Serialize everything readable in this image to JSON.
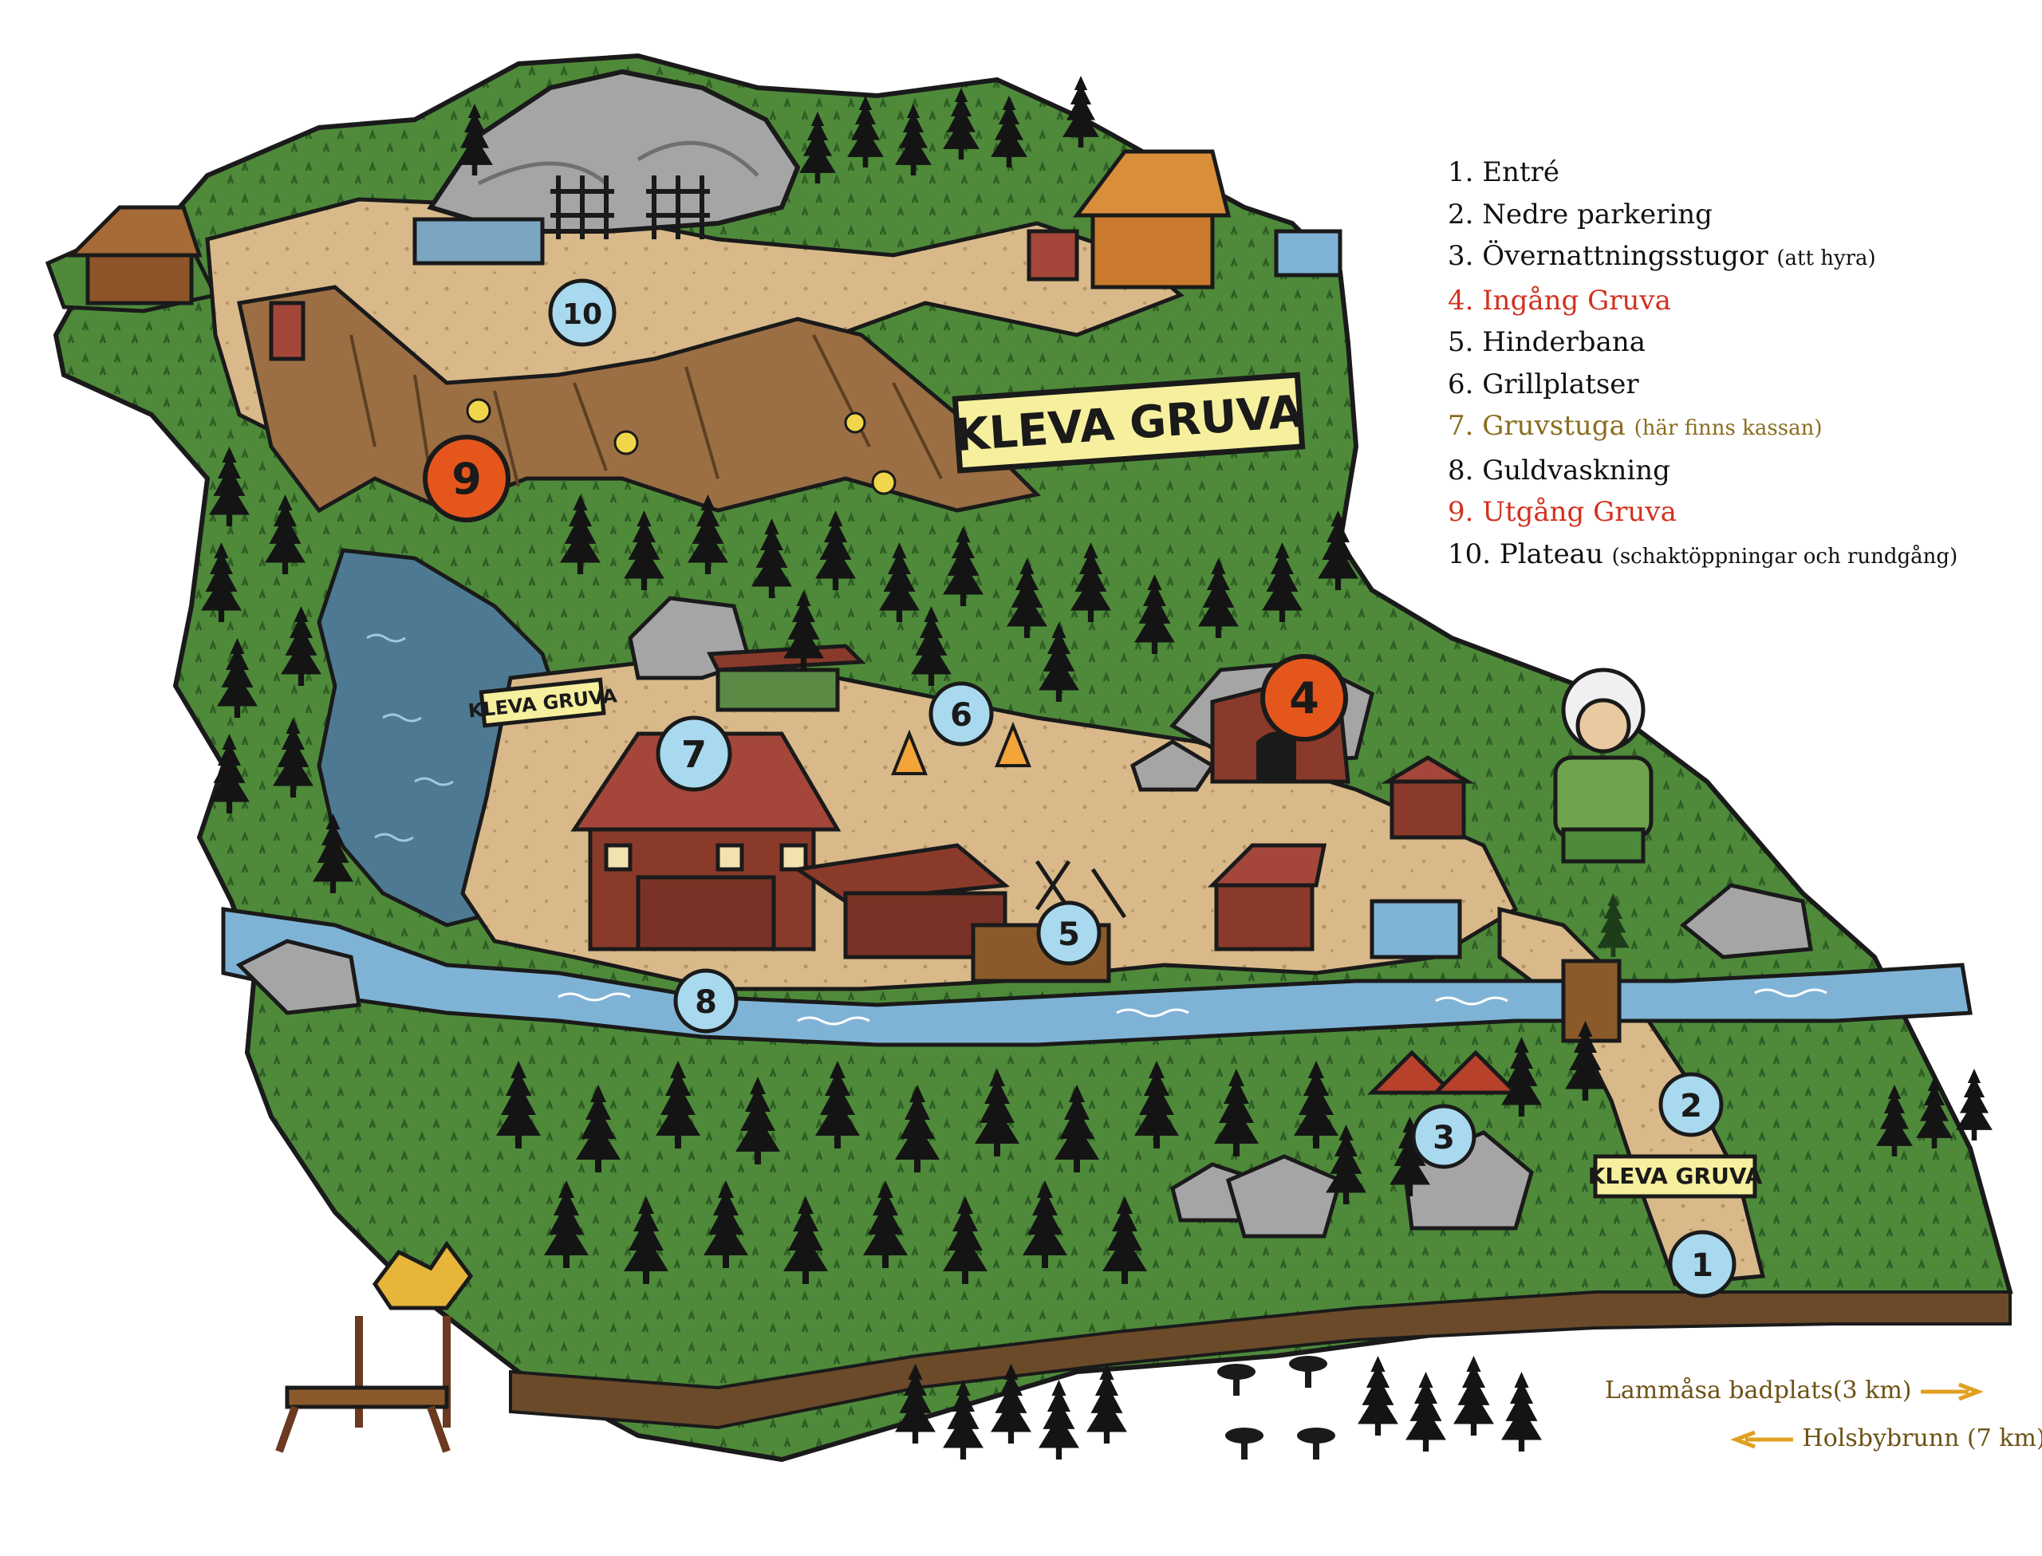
{
  "colors": {
    "grass": "#4e8a3a",
    "grass_dark": "#2f5e25",
    "dirt": "#d9b98a",
    "cliff": "#9b6e44",
    "water": "#7fb3d6",
    "pond": "#4d7a92",
    "rock": "#a5a5a5",
    "tree": "#151515",
    "marker_blue": "#a9d9ee",
    "marker_orange": "#e5561c",
    "sign_yellow": "#f6ef9d",
    "red_text": "#d2311f",
    "olive_text": "#8a6d1e"
  },
  "signs": {
    "main": "KLEVA GRUVA",
    "small_west": "KLEVA GRUVA",
    "small_entrance": "KLEVA GRUVA"
  },
  "markers": [
    {
      "label": "1",
      "style": "blue"
    },
    {
      "label": "2",
      "style": "blue"
    },
    {
      "label": "3",
      "style": "blue"
    },
    {
      "label": "4",
      "style": "orange"
    },
    {
      "label": "5",
      "style": "blue"
    },
    {
      "label": "6",
      "style": "blue"
    },
    {
      "label": "7",
      "style": "blue"
    },
    {
      "label": "8",
      "style": "blue"
    },
    {
      "label": "9",
      "style": "orange"
    },
    {
      "label": "10",
      "style": "blue"
    }
  ],
  "legend": [
    {
      "text": "1. Entré",
      "note": "",
      "tone": "black"
    },
    {
      "text": "2. Nedre parkering",
      "note": "",
      "tone": "black"
    },
    {
      "text": "3. Övernattningsstugor",
      "note": "(att hyra)",
      "tone": "black"
    },
    {
      "text": "4. Ingång Gruva",
      "note": "",
      "tone": "red"
    },
    {
      "text": "5. Hinderbana",
      "note": "",
      "tone": "black"
    },
    {
      "text": "6. Grillplatser",
      "note": "",
      "tone": "black"
    },
    {
      "text": "7. Gruvstuga",
      "note": "(här finns kassan)",
      "tone": "olive"
    },
    {
      "text": "8. Guldvaskning",
      "note": "",
      "tone": "black"
    },
    {
      "text": "9. Utgång Gruva",
      "note": "",
      "tone": "red"
    },
    {
      "text": "10. Plateau",
      "note": "(schaktöppningar och rundgång)",
      "tone": "black"
    }
  ],
  "directions": {
    "right": "Lammåsa badplats(3 km)",
    "left": "Holsbybrunn (7 km)"
  }
}
